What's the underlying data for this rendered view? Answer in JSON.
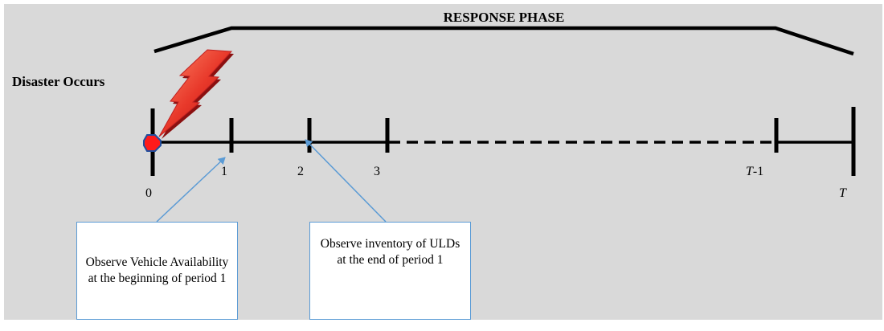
{
  "diagram": {
    "title": "RESPONSE PHASE",
    "event_label": "Disaster Occurs",
    "ticks": [
      {
        "label": "0",
        "italic_part": ""
      },
      {
        "label": "1",
        "italic_part": ""
      },
      {
        "label": "2",
        "italic_part": ""
      },
      {
        "label": "3",
        "italic_part": ""
      },
      {
        "label": "-1",
        "italic_part": "T"
      },
      {
        "label": "",
        "italic_part": "T"
      }
    ],
    "callouts": [
      {
        "text": "Observe Vehicle Availability at the beginning of period 1"
      },
      {
        "text": "Observe inventory of ULDs at the end of period 1"
      }
    ],
    "colors": {
      "background": "#d9d9d9",
      "line": "#000000",
      "callout_border": "#5b9bd5",
      "arrow": "#5b9bd5",
      "lightning": "#e8382a",
      "marker": "#ff0000"
    },
    "icons": [
      "lightning-bolt-icon",
      "disaster-marker-icon"
    ]
  }
}
